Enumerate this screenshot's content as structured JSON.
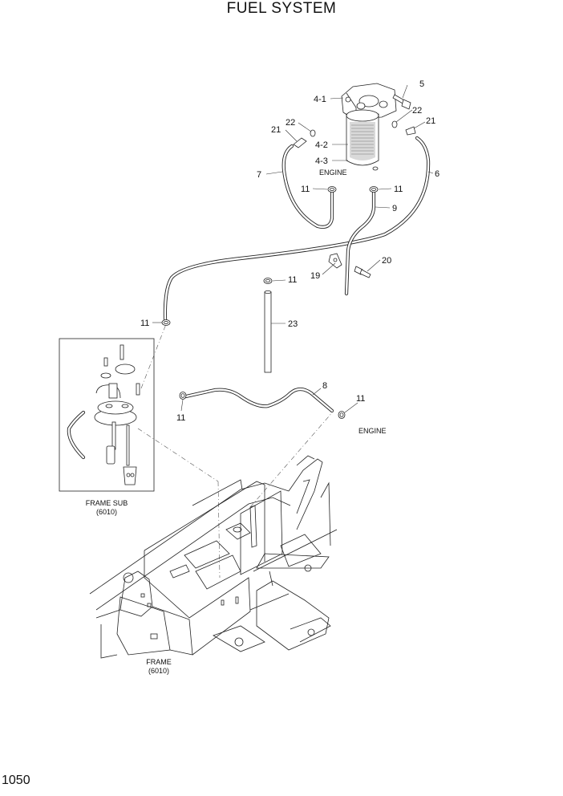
{
  "title": "FUEL SYSTEM",
  "page_number": "1050",
  "labels": {
    "p4_1": "4-1",
    "p4_2": "4-2",
    "p4_3": "4-3",
    "p5": "5",
    "p22a": "22",
    "p22b": "22",
    "p21a": "21",
    "p21b": "21",
    "p7": "7",
    "p6": "6",
    "p11a": "11",
    "p11b": "11",
    "p11c": "11",
    "p11d": "11",
    "p11e": "11",
    "p11f": "11",
    "p9": "9",
    "p19": "19",
    "p20": "20",
    "p23": "23",
    "p8": "8",
    "engine_top": "ENGINE",
    "engine_bottom": "ENGINE",
    "frame_sub": "FRAME SUB",
    "frame_sub_ref": "(6010)",
    "frame": "FRAME",
    "frame_ref": "(6010)"
  }
}
